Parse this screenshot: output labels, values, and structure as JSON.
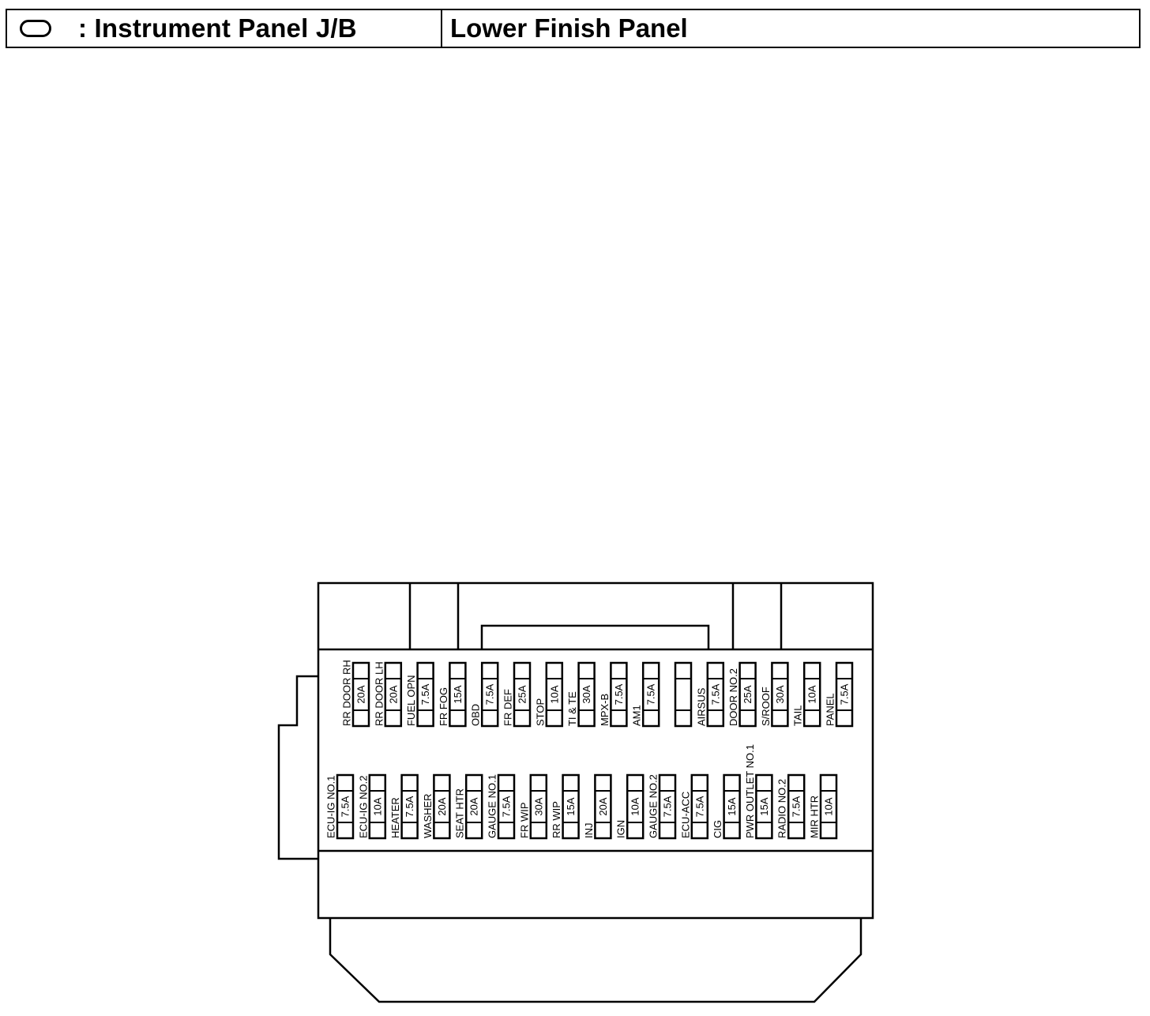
{
  "header": {
    "legend_label": ": Instrument Panel J/B",
    "location": "Lower Finish Panel"
  },
  "top_row": [
    {
      "name": "RR DOOR RH",
      "amp": "20A"
    },
    {
      "name": "RR DOOR LH",
      "amp": "20A"
    },
    {
      "name": "FUEL OPN",
      "amp": "7.5A"
    },
    {
      "name": "FR FOG",
      "amp": "15A"
    },
    {
      "name": "OBD",
      "amp": "7.5A"
    },
    {
      "name": "FR DEF",
      "amp": "25A"
    },
    {
      "name": "STOP",
      "amp": "10A"
    },
    {
      "name": "TI & TE",
      "amp": "30A"
    },
    {
      "name": "MPX-B",
      "amp": "7.5A"
    },
    {
      "name": "AM1",
      "amp": "7.5A"
    },
    {
      "name": "",
      "amp": ""
    },
    {
      "name": "AIRSUS",
      "amp": "7.5A"
    },
    {
      "name": "DOOR NO.2",
      "amp": "25A"
    },
    {
      "name": "S/ROOF",
      "amp": "30A"
    },
    {
      "name": "TAIL",
      "amp": "10A"
    },
    {
      "name": "PANEL",
      "amp": "7.5A"
    }
  ],
  "bottom_row": [
    {
      "name": "ECU-IG NO.1",
      "amp": "7.5A"
    },
    {
      "name": "ECU-IG NO.2",
      "amp": "10A"
    },
    {
      "name": "HEATER",
      "amp": "7.5A"
    },
    {
      "name": "WASHER",
      "amp": "20A"
    },
    {
      "name": "SEAT HTR",
      "amp": "20A"
    },
    {
      "name": "GAUGE NO.1",
      "amp": "7.5A"
    },
    {
      "name": "FR WIP",
      "amp": "30A"
    },
    {
      "name": "RR WIP",
      "amp": "15A"
    },
    {
      "name": "INJ",
      "amp": "20A"
    },
    {
      "name": "IGN",
      "amp": "10A"
    },
    {
      "name": "GAUGE NO.2",
      "amp": "7.5A"
    },
    {
      "name": "ECU-ACC",
      "amp": "7.5A"
    },
    {
      "name": "CIG",
      "amp": "15A"
    },
    {
      "name": "PWR OUTLET NO.1",
      "amp": "15A"
    },
    {
      "name": "RADIO NO.2",
      "amp": "7.5A"
    },
    {
      "name": "MIR HTR",
      "amp": "10A"
    }
  ]
}
